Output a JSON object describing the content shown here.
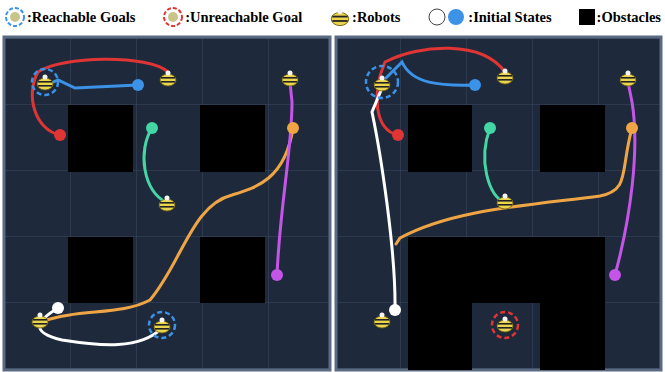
{
  "diagram": {
    "legend": [
      {
        "text": ":Reachable Goals"
      },
      {
        "text": ":Unreachable Goal"
      },
      {
        "text": ":Robots"
      },
      {
        "text": ":Initial States"
      },
      {
        "text": ":Obstacles",
        "color": "#000000"
      }
    ]
  }
}
